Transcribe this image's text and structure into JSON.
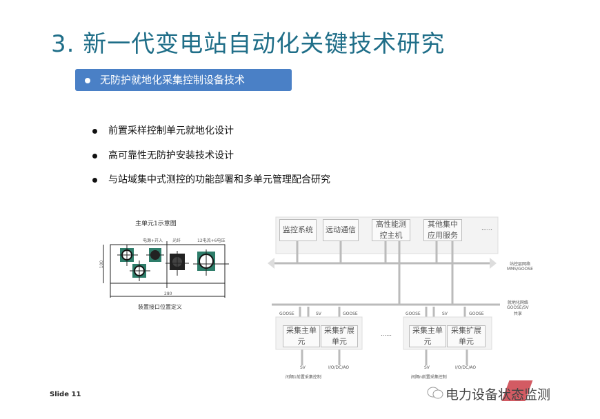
{
  "title": "3. 新一代变电站自动化关键技术研究",
  "banner": "无防护就地化采集控制设备技术",
  "bullets": [
    "前置采样控制单元就地化设计",
    "高可靠性无防护安装技术设计",
    "与站域集中式测控的功能部署和多单元管理配合研究"
  ],
  "left_diagram": {
    "title": "主单元1示意图",
    "labels": [
      "电源+开入",
      "光纤",
      "12电流+6电压"
    ],
    "dim_height": "100",
    "dim_width": "280",
    "caption": "装置接口位置定义"
  },
  "right_diagram": {
    "top_boxes": [
      "监控系统",
      "远动通信",
      "高性能测控主机",
      "其他集中应用服务"
    ],
    "ellipsis": "……",
    "station_net": [
      "站控层网络",
      "MMS/GOOSE"
    ],
    "local_net": [
      "就地化网络",
      "GOOSE/SV",
      "共享"
    ],
    "bay_ellipsis": "……",
    "bays": [
      {
        "main": "采集主单元",
        "ext": "采集扩展单元",
        "goose1": "GOOSE",
        "sv": "SV",
        "goose2": "GOOSE",
        "in_sv": "SV",
        "io": "I/O/DC/AO",
        "caption": "间隔1前置采集控制"
      },
      {
        "main": "采集主单元",
        "ext": "采集扩展单元",
        "goose1": "GOOSE",
        "sv": "SV",
        "goose2": "GOOSE",
        "in_sv": "SV",
        "io": "I/O/DC/AO",
        "caption": "间隔n前置采集控制"
      }
    ]
  },
  "footer": {
    "slide": "Slide 11",
    "watermark": "电力设备状态监测"
  },
  "colors": {
    "title": "#1f6e88",
    "banner": "#4a80c6"
  }
}
